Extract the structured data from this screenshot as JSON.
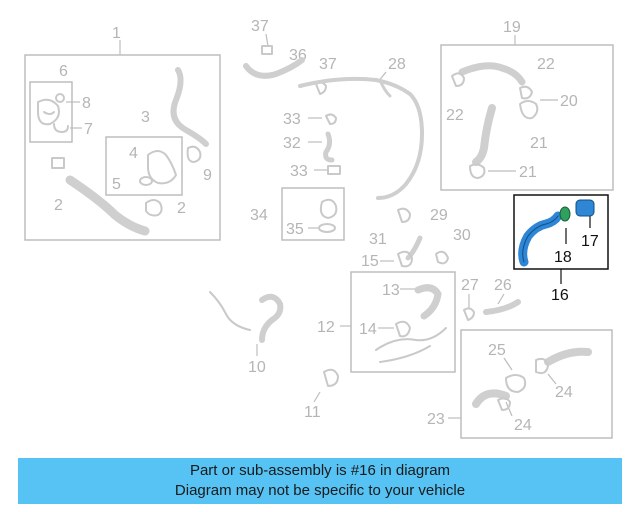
{
  "diagram": {
    "highlighted_part": "16",
    "callouts": {
      "c1": "1",
      "c2a": "2",
      "c2b": "2",
      "c3": "3",
      "c4": "4",
      "c5": "5",
      "c6": "6",
      "c7": "7",
      "c8": "8",
      "c9": "9",
      "c10": "10",
      "c11": "11",
      "c12": "12",
      "c13": "13",
      "c14": "14",
      "c15": "15",
      "c16": "16",
      "c17": "17",
      "c18": "18",
      "c19": "19",
      "c20": "20",
      "c21a": "21",
      "c21b": "21",
      "c22a": "22",
      "c22b": "22",
      "c23": "23",
      "c24a": "24",
      "c24b": "24",
      "c25": "25",
      "c26": "26",
      "c27": "27",
      "c28": "28",
      "c29": "29",
      "c30": "30",
      "c31": "31",
      "c32": "32",
      "c33a": "33",
      "c33b": "33",
      "c34": "34",
      "c35": "35",
      "c36": "36",
      "c37a": "37",
      "c37b": "37"
    },
    "colors": {
      "highlight_part": "#2f86d4",
      "faded_part": "#c9c9c9",
      "banner": "#56c3f4"
    }
  },
  "banner": {
    "line1": "Part or sub-assembly is #16 in diagram",
    "line2": "Diagram may not be specific to your vehicle"
  }
}
